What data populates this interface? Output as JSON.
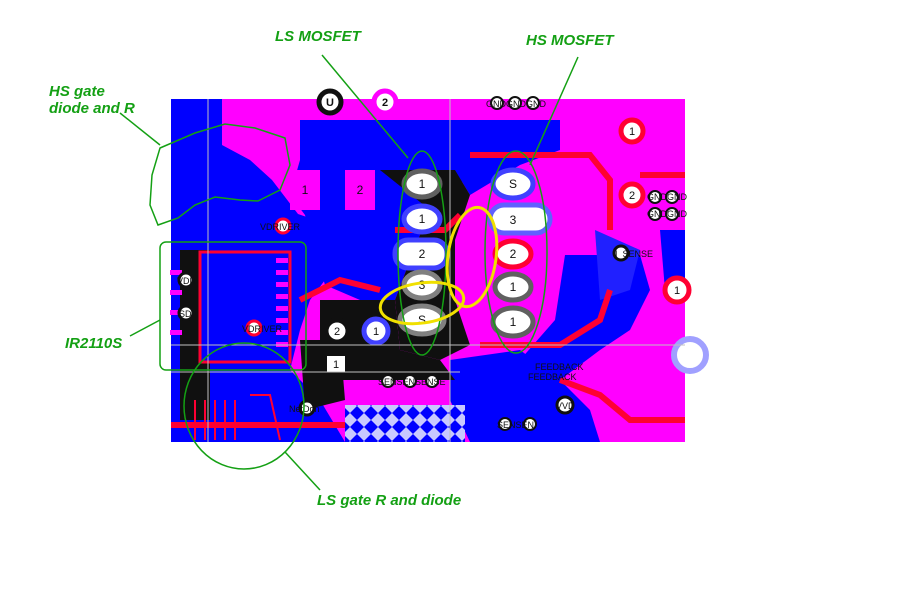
{
  "annotations": {
    "ls_mosfet": "LS MOSFET",
    "hs_mosfet": "HS MOSFET",
    "hs_gate_line1": "HS gate",
    "hs_gate_line2": "diode and R",
    "ir2110s": "IR2110S",
    "ls_gate": "LS gate R and diode"
  },
  "pcb_labels": {
    "pad_u": "U",
    "pad_2": "2",
    "pad_1": "1",
    "pad_3": "3",
    "pad_s": "S",
    "gnd_top": "GNDGNDGND",
    "gnd_right1": "GNDGND",
    "gnd_right2": "GNDGND",
    "vdriver1": "VDRIVER",
    "vdriver2": "VDRIVER",
    "vdd": "VDD",
    "sd": "SD",
    "isense": "I_SENSE",
    "sense1": "SENSENSENSE",
    "sense2": "SENSEN",
    "feedback1": "FEEDBACK",
    "feedback2": "FEEDBACK",
    "netdgn": "NetDgn",
    "vvd": "VVD"
  },
  "colors": {
    "board_magenta": "#ff00ff",
    "copper_blue": "#0000ff",
    "trace_red": "#ff0033",
    "annotation_green": "#14a014",
    "highlight_yellow": "#f0e000"
  }
}
